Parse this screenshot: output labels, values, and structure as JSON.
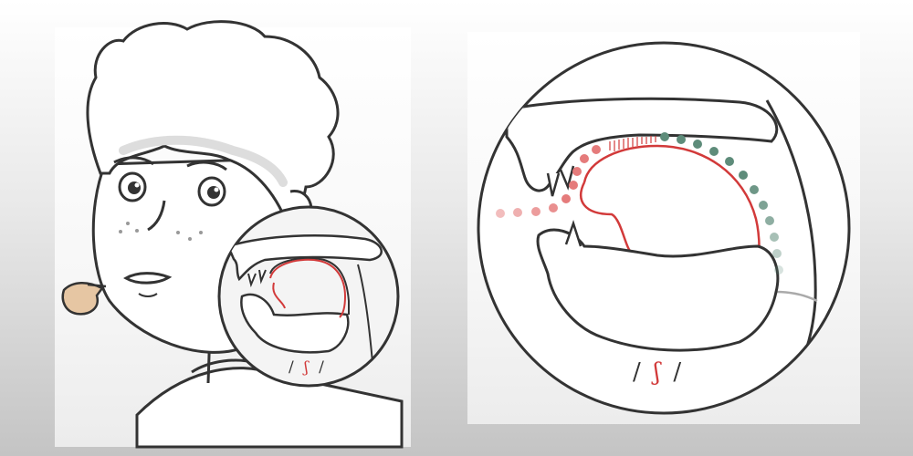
{
  "phoneme": {
    "open_slash": "/",
    "symbol": "ʃ",
    "close_slash": "/"
  },
  "colors": {
    "outline": "#333333",
    "tongue": "#d23a3a",
    "airflow_front": "#e57b7b",
    "airflow_back": "#5e8c7a",
    "skin_hand": "#e6c6a3",
    "background": "#e9e9e9"
  },
  "icons": [
    "boy-illustration",
    "pointing-hand-icon",
    "mouth-cross-section",
    "magnifier-circle"
  ]
}
